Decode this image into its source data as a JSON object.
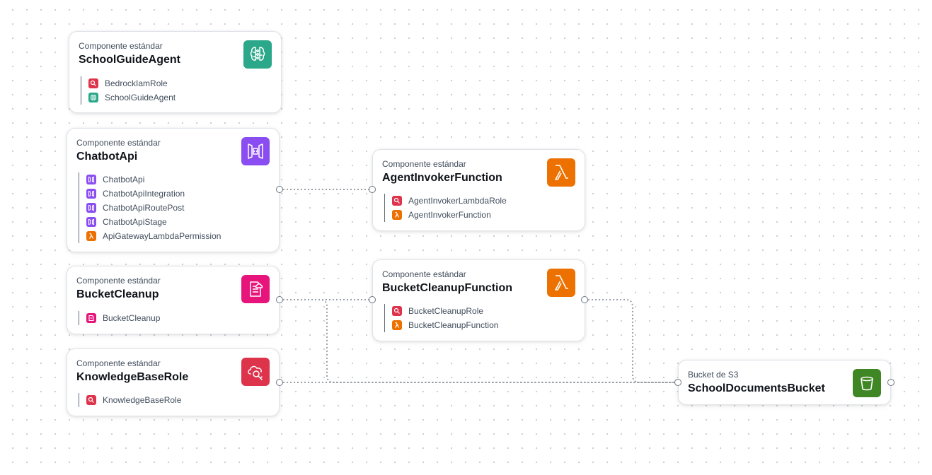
{
  "colors": {
    "bedrock": "#2aa889",
    "apigw": "#8a4df2",
    "lambda": "#ed7100",
    "iam": "#dd344c",
    "custom": "#e7157b",
    "s3": "#3f8624",
    "wire": "#9aa0a8"
  },
  "nodes": [
    {
      "id": "schoolguideagent",
      "subtitle": "Componente estándar",
      "title": "SchoolGuideAgent",
      "icon": "bedrock-brain-icon",
      "resources": [
        {
          "label": "BedrockIamRole",
          "icon": "iam-role-icon"
        },
        {
          "label": "SchoolGuideAgent",
          "icon": "bedrock-agent-icon"
        }
      ]
    },
    {
      "id": "chatbotapi",
      "subtitle": "Componente estándar",
      "title": "ChatbotApi",
      "icon": "api-gateway-icon",
      "resources": [
        {
          "label": "ChatbotApi",
          "icon": "api-gateway-icon"
        },
        {
          "label": "ChatbotApiIntegration",
          "icon": "api-gateway-icon"
        },
        {
          "label": "ChatbotApiRoutePost",
          "icon": "api-gateway-icon"
        },
        {
          "label": "ChatbotApiStage",
          "icon": "api-gateway-icon"
        },
        {
          "label": "ApiGatewayLambdaPermission",
          "icon": "lambda-icon"
        }
      ]
    },
    {
      "id": "bucketcleanup",
      "subtitle": "Componente estándar",
      "title": "BucketCleanup",
      "icon": "custom-resource-icon",
      "resources": [
        {
          "label": "BucketCleanup",
          "icon": "custom-resource-icon"
        }
      ]
    },
    {
      "id": "knowledgebaserole",
      "subtitle": "Componente estándar",
      "title": "KnowledgeBaseRole",
      "icon": "iam-role-icon",
      "resources": [
        {
          "label": "KnowledgeBaseRole",
          "icon": "iam-role-icon"
        }
      ]
    },
    {
      "id": "agentinvokerfunction",
      "subtitle": "Componente estándar",
      "title": "AgentInvokerFunction",
      "icon": "lambda-icon",
      "resources": [
        {
          "label": "AgentInvokerLambdaRole",
          "icon": "iam-role-icon"
        },
        {
          "label": "AgentInvokerFunction",
          "icon": "lambda-icon"
        }
      ]
    },
    {
      "id": "bucketcleanupfunction",
      "subtitle": "Componente estándar",
      "title": "BucketCleanupFunction",
      "icon": "lambda-icon",
      "resources": [
        {
          "label": "BucketCleanupRole",
          "icon": "iam-role-icon"
        },
        {
          "label": "BucketCleanupFunction",
          "icon": "lambda-icon"
        }
      ]
    },
    {
      "id": "schooldocumentsbucket",
      "subtitle": "Bucket de S3",
      "title": "SchoolDocumentsBucket",
      "icon": "s3-bucket-icon",
      "resources": []
    }
  ],
  "edges": [
    {
      "from": "chatbotapi",
      "to": "agentinvokerfunction"
    },
    {
      "from": "bucketcleanup",
      "to": "bucketcleanupfunction"
    },
    {
      "from": "bucketcleanup",
      "to": "schooldocumentsbucket"
    },
    {
      "from": "knowledgebaserole",
      "to": "schooldocumentsbucket"
    },
    {
      "from": "bucketcleanupfunction",
      "to": "schooldocumentsbucket"
    }
  ]
}
